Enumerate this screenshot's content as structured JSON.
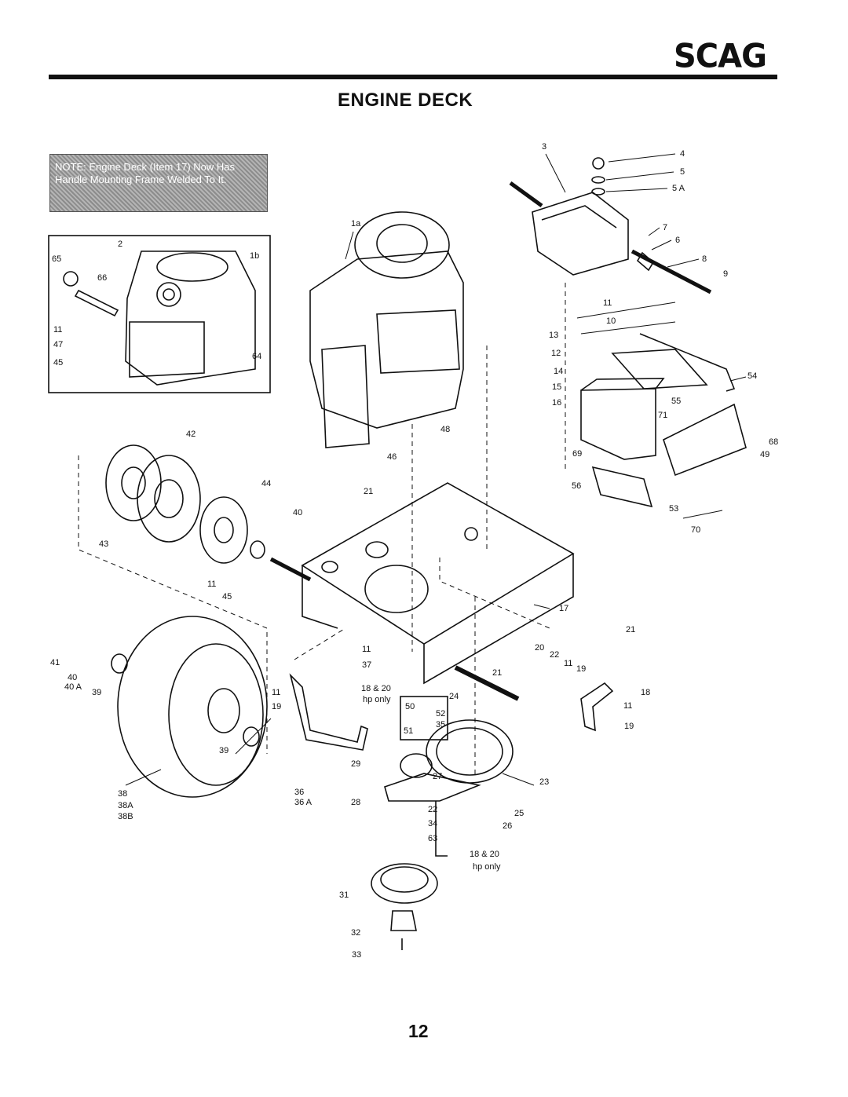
{
  "header": {
    "brand": "SCAG",
    "title": "ENGINE DECK"
  },
  "note": {
    "text": "NOTE: Engine Deck (Item 17) Now Has Handle Mounting Frame Welded To It."
  },
  "callouts": {
    "c3": "3",
    "c4": "4",
    "c5": "5",
    "c5a": "5 A",
    "c7": "7",
    "c6": "6",
    "c8": "8",
    "c9": "9",
    "c1a": "1a",
    "c2": "2",
    "c1b": "1b",
    "c65": "65",
    "c66": "66",
    "c11a": "11",
    "c47": "47",
    "c45a": "45",
    "c64": "64",
    "c11b": "11",
    "c10": "10",
    "c13": "13",
    "c12": "12",
    "c14": "14",
    "c15": "15",
    "c16": "16",
    "c54": "54",
    "c55": "55",
    "c71": "71",
    "c68": "68",
    "c49": "49",
    "c69": "69",
    "c42": "42",
    "c48": "48",
    "c46": "46",
    "c44": "44",
    "c21a": "21",
    "c40": "40",
    "c43": "43",
    "c11c": "11",
    "c45b": "45",
    "c56": "56",
    "c53": "53",
    "c70": "70",
    "c17": "17",
    "c21b": "21",
    "c20": "20",
    "c22a": "22",
    "c11d": "11",
    "c19a": "19",
    "c21c": "21",
    "c41": "41",
    "c40b": "40",
    "c40a": "40 A",
    "c39a": "39",
    "c11e": "11",
    "c37": "37",
    "c18a": "18 & 20",
    "c18b": "hp only",
    "c24": "24",
    "c18c": "18",
    "c11f": "11",
    "c19b": "19",
    "c50": "50",
    "c52": "52",
    "c35": "35",
    "c51": "51",
    "c11g": "11",
    "c19c": "19",
    "c39b": "39",
    "c36": "36",
    "c36a": "36 A",
    "c29": "29",
    "c27": "27",
    "c23": "23",
    "c38": "38",
    "c38a": "38A",
    "c38b": "38B",
    "c28": "28",
    "c22b": "22",
    "c25": "25",
    "c34": "34",
    "c26": "26",
    "c63": "63",
    "c18d": "18 & 20",
    "c18e": "hp only",
    "c31": "31",
    "c32": "32",
    "c33": "33"
  },
  "footer": {
    "page_number": "12"
  }
}
